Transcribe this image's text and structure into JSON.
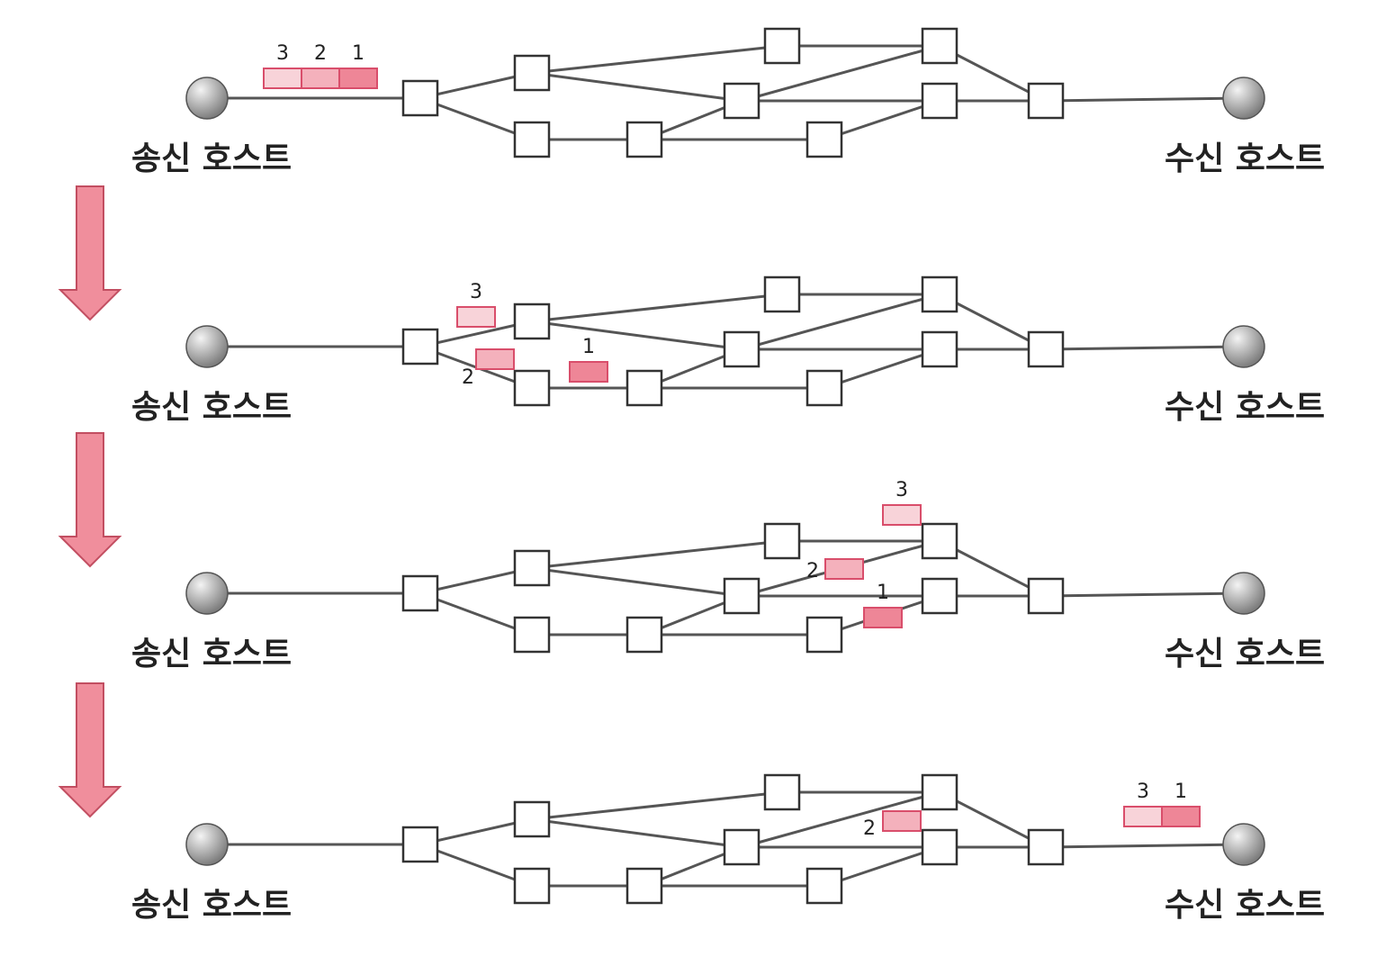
{
  "labels": {
    "sender": "송신 호스트",
    "receiver": "수신 호스트"
  },
  "colors": {
    "line": "#555555",
    "node_fill": "#ffffff",
    "node_stroke": "#333333",
    "host_light": "#f4f4f4",
    "host_dark": "#7e7e7e",
    "arrow_fill": "#f08e9c",
    "arrow_stroke": "#c24e61",
    "packet_stroke": "#d94e6b",
    "packet_1": "#ee8697",
    "packet_2": "#f4b1bc",
    "packet_3": "#f8d3d9"
  },
  "stages": [
    {
      "packets": [
        {
          "id": "3",
          "label": "3"
        },
        {
          "id": "2",
          "label": "2"
        },
        {
          "id": "1",
          "label": "1"
        }
      ]
    },
    {
      "packets": [
        {
          "id": "3",
          "label": "3"
        },
        {
          "id": "2",
          "label": "2"
        },
        {
          "id": "1",
          "label": "1"
        }
      ]
    },
    {
      "packets": [
        {
          "id": "3",
          "label": "3"
        },
        {
          "id": "2",
          "label": "2"
        },
        {
          "id": "1",
          "label": "1"
        }
      ]
    },
    {
      "packets": [
        {
          "id": "2",
          "label": "2"
        },
        {
          "id": "3",
          "label": "3"
        },
        {
          "id": "1",
          "label": "1"
        }
      ]
    }
  ]
}
